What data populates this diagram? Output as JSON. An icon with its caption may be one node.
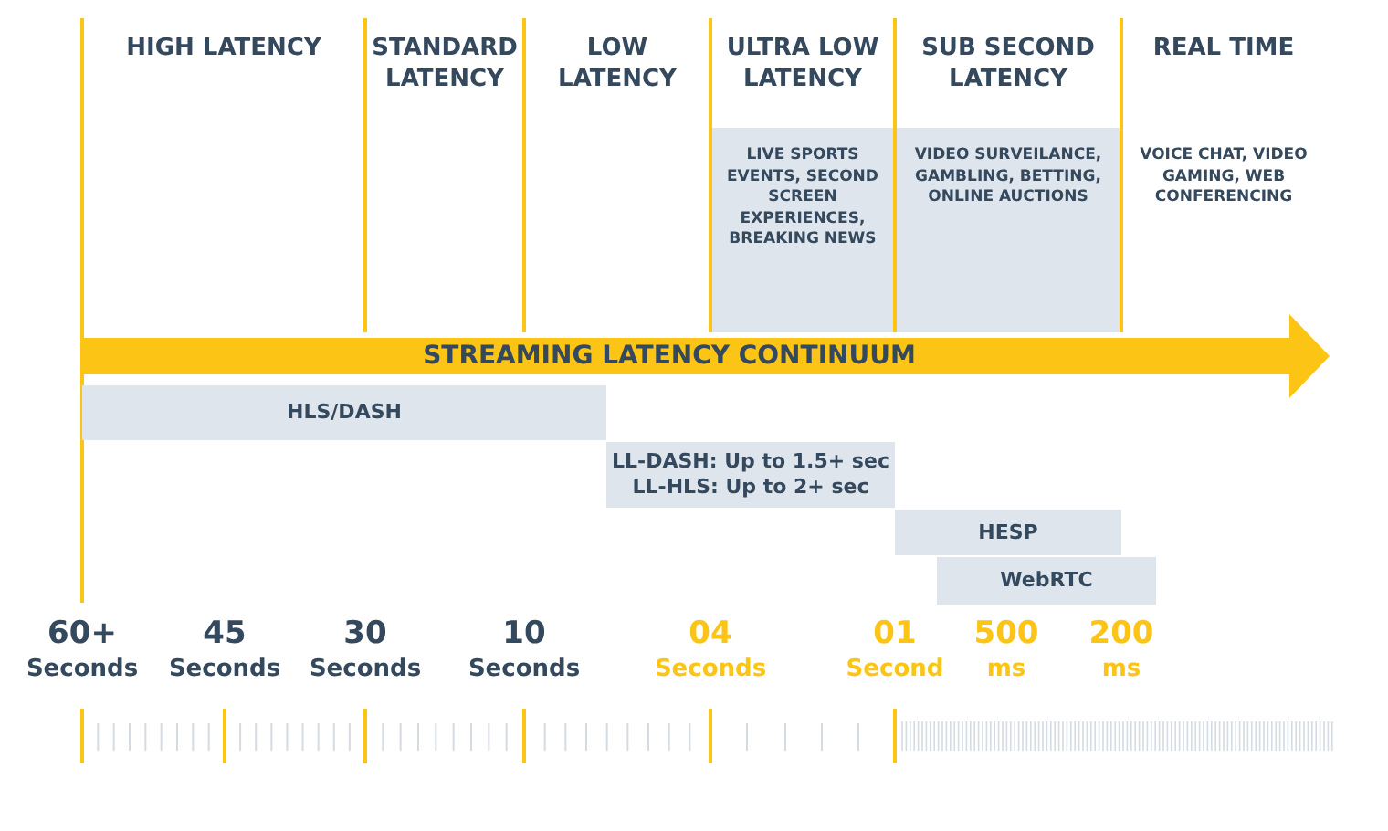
{
  "diagram": {
    "nodes": [
      {
        "text": [
          "HIGH LATENCY"
        ]
      },
      {
        "text": [
          "STANDARD LATENCY"
        ]
      },
      {
        "text": [
          "LOW LATENCY"
        ]
      },
      {
        "text": [
          "ULTRA LOW LATENCY",
          "LIVE SPORTS EVENTS, SECOND SCREEN EXPERIENCES, BREAKING NEWS"
        ]
      },
      {
        "text": [
          "SUB SECOND LATENCY",
          "VIDEO SURVEILANCE, GAMBLING, BETTING, ONLINE AUCTIONS"
        ]
      },
      {
        "text": [
          "REAL TIME",
          "VOICE CHAT, VIDEO GAMING, WEB CONFERENCING"
        ]
      },
      {
        "text": [
          "STREAMING LATENCY CONTINUUM"
        ]
      },
      {
        "text": [
          "HLS/DASH"
        ]
      },
      {
        "text": [
          "LL-DASH: Up to 1.5+ sec",
          "LL-HLS: Up to 2+ sec"
        ]
      },
      {
        "text": [
          "HESP"
        ]
      },
      {
        "text": [
          "WebRTC"
        ]
      }
    ],
    "labels": [
      "60+",
      "Seconds",
      "45",
      "Seconds",
      "30",
      "Seconds",
      "10",
      "Seconds",
      "04",
      "Seconds",
      "01",
      "Second",
      "500",
      "ms",
      "200",
      "ms"
    ]
  }
}
